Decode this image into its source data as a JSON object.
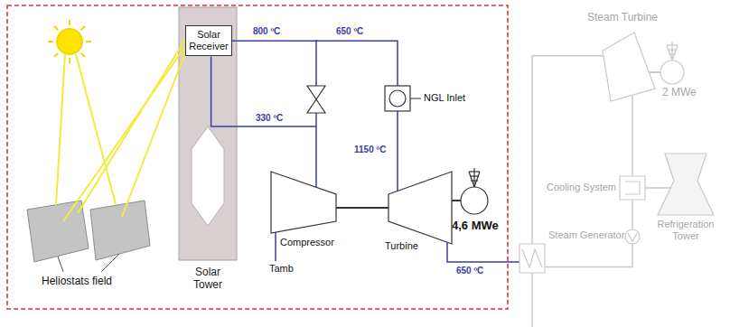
{
  "diagram": {
    "nodes": [
      {
        "text": [
          "Solar Tower"
        ]
      },
      {
        "text": [
          "Solar Receiver"
        ],
        "in": 0
      },
      {
        "text": [
          "Compressor"
        ]
      },
      {
        "text": [
          "Turbine"
        ]
      },
      {
        "text": [
          "Steam Turbine"
        ]
      },
      {
        "text": [
          "Steam Generator"
        ]
      },
      {
        "text": [
          "Cooling System"
        ]
      },
      {
        "text": [
          "Refrigeration Tower"
        ]
      }
    ],
    "edges": [
      {
        "from": 2,
        "to": 1,
        "arrow": "none"
      },
      {
        "from": 1,
        "to": 3,
        "arrow": "none"
      },
      {
        "from": 3,
        "to": 5,
        "arrow": "none"
      },
      {
        "from": 5,
        "to": 4,
        "arrow": "none"
      },
      {
        "from": 4,
        "to": 6,
        "arrow": "none"
      },
      {
        "from": 6,
        "to": 7,
        "arrow": "none"
      },
      {
        "from": 6,
        "to": 5,
        "arrow": "none"
      }
    ],
    "labels": [
      "800 ºC",
      "650 ºC",
      "330 ºC",
      "1150 ºC",
      "NGL Inlet",
      "4,6 MWe",
      "Tamb",
      "650 ºC",
      "Heliostats field",
      "2 MWe"
    ]
  }
}
